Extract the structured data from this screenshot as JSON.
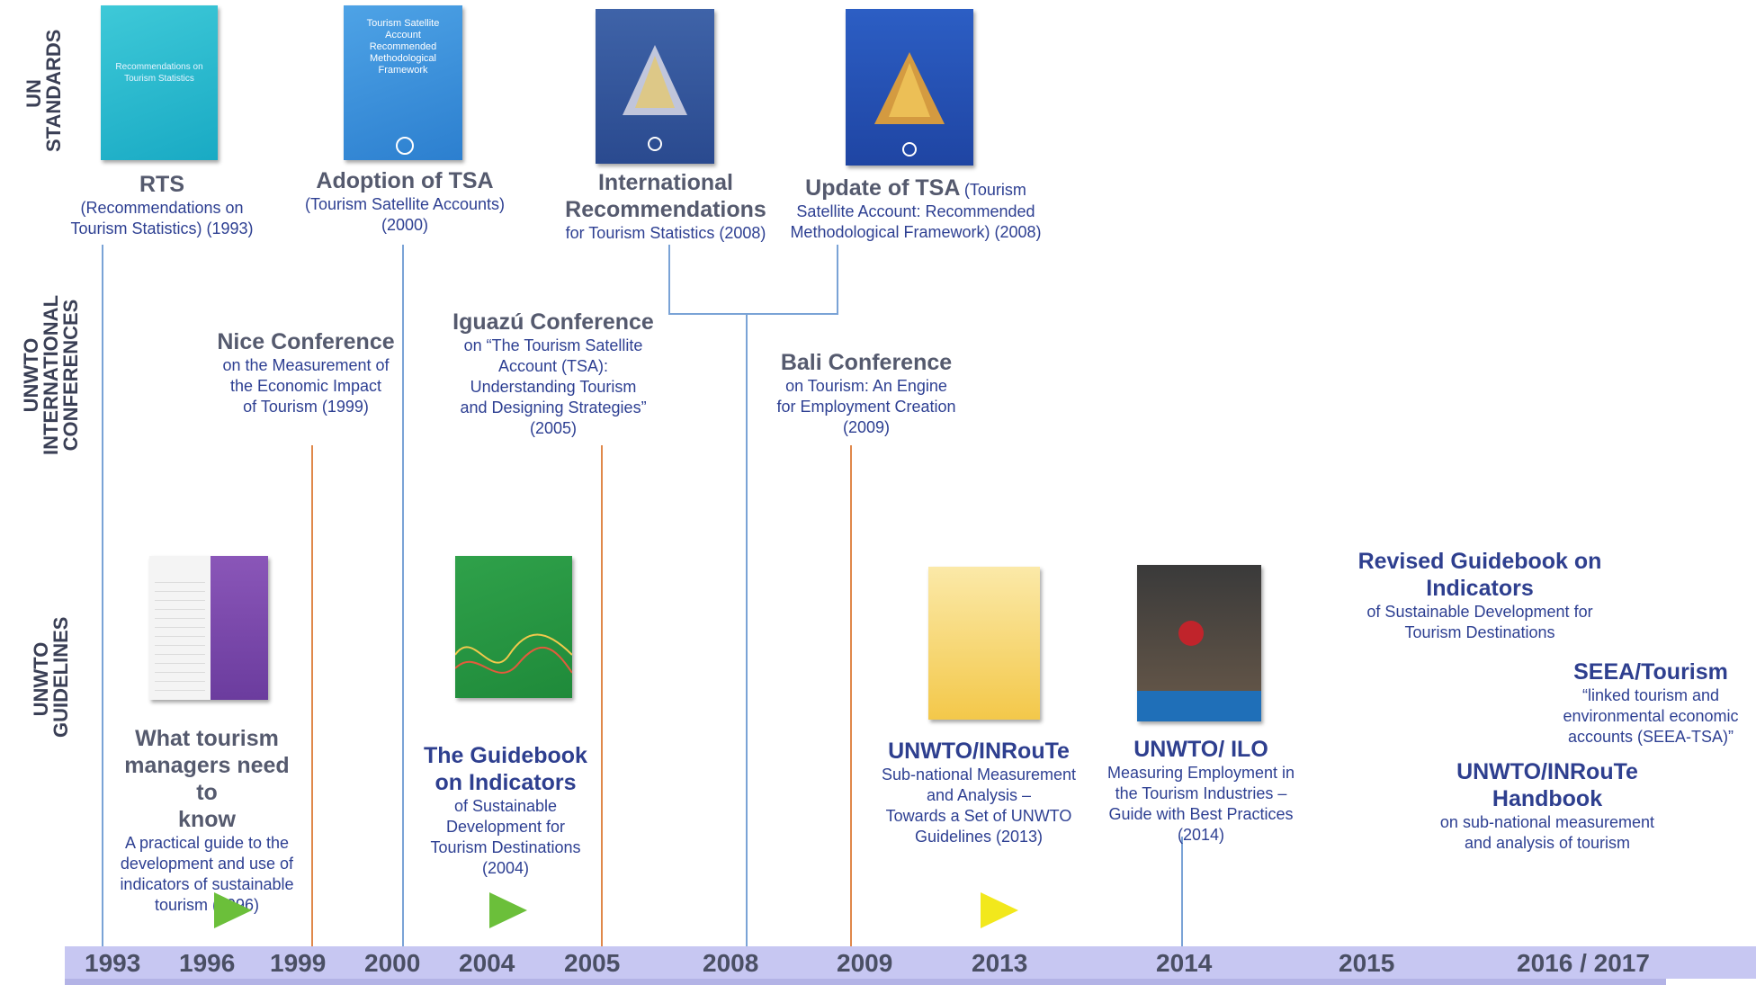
{
  "rows": {
    "un": [
      "UN",
      "STANDARDS"
    ],
    "conf": [
      "UNWTO",
      "INTERNATIONAL",
      "CONFERENCES"
    ],
    "guide": [
      "UNWTO",
      "GUIDELINES"
    ]
  },
  "un_standards": {
    "rts": {
      "title": "RTS",
      "desc1": "(Recommendations on",
      "desc2": "Tourism Statistics) (1993)",
      "cover_text": "Recommendations on Tourism Statistics"
    },
    "tsa": {
      "title": "Adoption of TSA",
      "desc1": "(Tourism Satellite Accounts)",
      "desc2": "(2000)",
      "cover_text": "Tourism Satellite Account Recommended Methodological Framework"
    },
    "irts": {
      "title1": "International",
      "title2": "Recommendations",
      "desc1": "for Tourism Statistics (2008)"
    },
    "tsa_update": {
      "title": "Update of TSA",
      "desc_inline": "(Tourism",
      "desc1": "Satellite Account: Recommended",
      "desc2": "Methodological Framework) (2008)"
    }
  },
  "conferences": {
    "nice": {
      "title": "Nice Conference",
      "desc1": "on the Measurement of",
      "desc2": "the Economic Impact",
      "desc3": "of Tourism (1999)"
    },
    "iguazu": {
      "title": "Iguazú Conference",
      "desc1": "on “The Tourism Satellite",
      "desc2": "Account (TSA):",
      "desc3": "Understanding Tourism",
      "desc4": "and Designing Strategies”",
      "desc5": "(2005)"
    },
    "bali": {
      "title": "Bali Conference",
      "desc1": "on Tourism: An Engine",
      "desc2": "for Employment  Creation",
      "desc3": "(2009)"
    }
  },
  "guidelines": {
    "managers": {
      "title1": "What tourism",
      "title2": "managers need to",
      "title3": "know",
      "desc1": "A practical guide to the",
      "desc2": "development and use of",
      "desc3": "indicators of sustainable",
      "desc4": "tourism (1996)"
    },
    "indicators": {
      "title1": "The Guidebook",
      "title2": "on Indicators",
      "desc1": "of Sustainable",
      "desc2": "Development for",
      "desc3": "Tourism Destinations",
      "desc4": "(2004)"
    },
    "inroute": {
      "title": "UNWTO/INRouTe",
      "desc1": "Sub-national Measurement",
      "desc2": "and Analysis –",
      "desc3": "Towards a Set of UNWTO",
      "desc4": "Guidelines (2013)"
    },
    "ilo": {
      "title": "UNWTO/ ILO",
      "desc1": "Measuring Employment in",
      "desc2": "the Tourism  Industries –",
      "desc3": "Guide with Best Practices",
      "desc4": "(2014)"
    },
    "revised": {
      "title1": "Revised Guidebook on",
      "title2": "Indicators",
      "desc1": "of Sustainable Development for",
      "desc2": "Tourism Destinations"
    },
    "seea": {
      "title": "SEEA/Tourism",
      "desc1": "“linked tourism and",
      "desc2": "environmental economic",
      "desc3": "accounts (SEEA-TSA)”"
    },
    "handbook": {
      "title1": "UNWTO/INRouTe",
      "title2": "Handbook",
      "desc1": "on sub-national measurement",
      "desc2": "and analysis of tourism"
    }
  },
  "years": [
    "1993",
    "1996",
    "1999",
    "2000",
    "2004",
    "2005",
    "2008",
    "2009",
    "2013",
    "2014",
    "2015",
    "2016 / 2017"
  ],
  "colors": {
    "standards_line": "#7aa3d6",
    "conference_line": "#e0884a",
    "timeline_bar": "#c7c7f2",
    "title_grey": "#555a6e",
    "title_blue": "#2e3f8f",
    "desc_blue": "#2d3f92",
    "arrow_green": "#6bbf3a",
    "arrow_yellow": "#f2e81c"
  }
}
